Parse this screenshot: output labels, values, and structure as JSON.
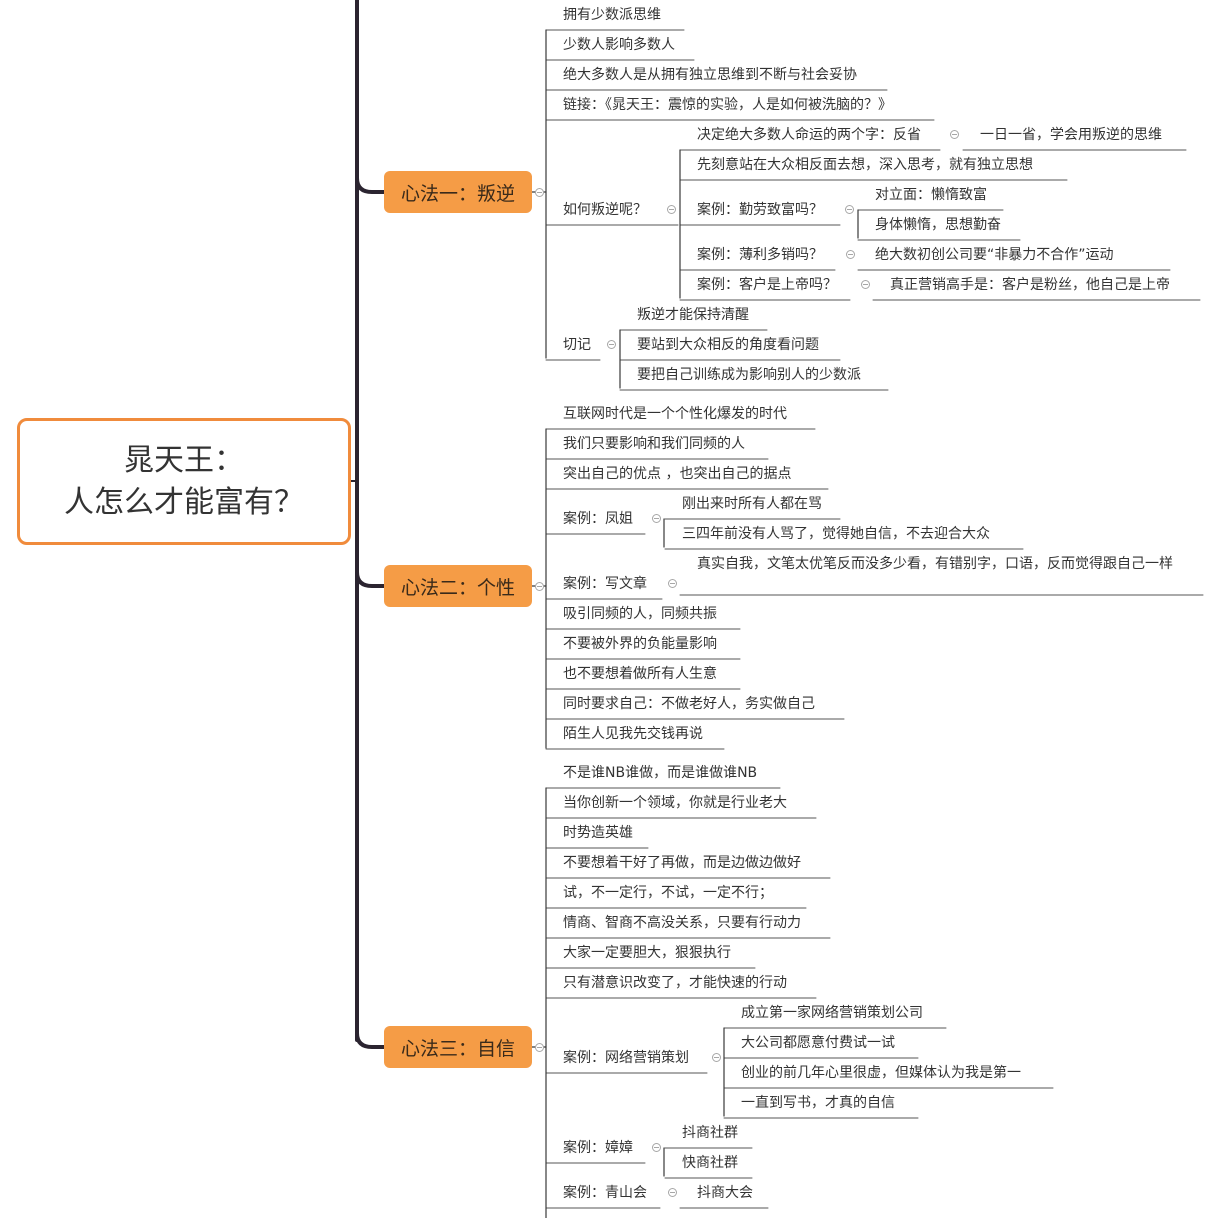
{
  "root": {
    "line1": "晁天王：",
    "line2": "人怎么才能富有？"
  },
  "branches": [
    {
      "label": "心法一：叛逆"
    },
    {
      "label": "心法二：个性"
    },
    {
      "label": "心法三：自信"
    }
  ],
  "nodes": {
    "a1": "拥有少数派思维",
    "a2": "少数人影响多数人",
    "a3": "绝大多数人是从拥有独立思维到不断与社会妥协",
    "a4": "链接：《晁天王：震惊的实验，人是如何被洗脑的？》",
    "a5": "如何叛逆呢？",
    "a5_1": "决定绝大多数人命运的两个字：反省",
    "a5_1_1": "一日一省，学会用叛逆的思维",
    "a5_2": "先刻意站在大众相反面去想，深入思考，就有独立思想",
    "a5_3": "案例：勤劳致富吗？",
    "a5_3_1": "对立面：懒惰致富",
    "a5_3_2": "身体懒惰，思想勤奋",
    "a5_4": "案例：薄利多销吗？",
    "a5_4_1": "绝大数初创公司要“非暴力不合作”运动",
    "a5_5": "案例：客户是上帝吗？",
    "a5_5_1": "真正营销高手是：客户是粉丝，他自己是上帝",
    "a6": "切记",
    "a6_1": "叛逆才能保持清醒",
    "a6_2": "要站到大众相反的角度看问题",
    "a6_3": "要把自己训练成为影响别人的少数派",
    "b1": "互联网时代是一个个性化爆发的时代",
    "b2": "我们只要影响和我们同频的人",
    "b3": "突出自己的优点 ，也突出自己的据点",
    "b4": "案例：凤姐",
    "b4_1": "刚出来时所有人都在骂",
    "b4_2": "三四年前没有人骂了，觉得她自信，不去迎合大众",
    "b5": "案例：写文章",
    "b5_1": "真实自我，文笔太优笔反而没多少看，有错别字，口语，反而觉得跟自己一样",
    "b6": "吸引同频的人，同频共振",
    "b7": "不要被外界的负能量影响",
    "b8": "也不要想着做所有人生意",
    "b9": "同时要求自己：不做老好人，务实做自己",
    "b10": "陌生人见我先交钱再说",
    "c1": "不是谁NB谁做，而是谁做谁NB",
    "c2": "当你创新一个领域，你就是行业老大",
    "c3": "时势造英雄",
    "c4": "不要想着干好了再做，而是边做边做好",
    "c5": "试，不一定行，不试，一定不行；",
    "c6": "情商、智商不高没关系，只要有行动力",
    "c7": "大家一定要胆大，狠狠执行",
    "c8": "只有潜意识改变了，才能快速的行动",
    "c9": "案例：网络营销策划",
    "c9_1": "成立第一家网络营销策划公司",
    "c9_2": "大公司都愿意付费试一试",
    "c9_3": "创业的前几年心里很虚，但媒体认为我是第一",
    "c9_4": "一直到写书，才真的自信",
    "c10": "案例：嫜嫜",
    "c10_1": "抖商社群",
    "c10_2": "快商社群",
    "c11": "案例：青山会",
    "c11_1": "抖商大会"
  },
  "colors": {
    "root_border": "#f08b3c",
    "branch_fill": "#f59c46",
    "trunk_line": "#2b2430",
    "branch_line": "#3a3a3a",
    "leaf_line": "#555555"
  }
}
